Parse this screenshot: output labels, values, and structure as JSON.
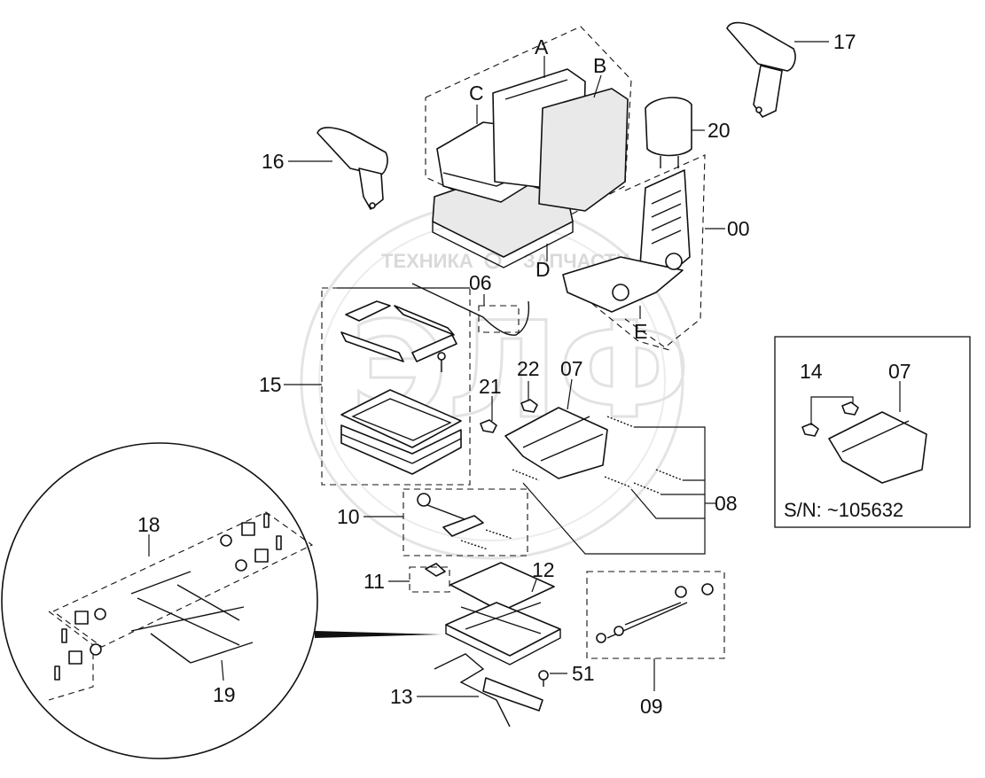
{
  "watermark": {
    "text_left": "ТЕХНИКА",
    "text_right": "ЗАПЧАСТИ",
    "logo_letters": "ЭЛФ",
    "colors": {
      "watermark": "#d9d9d9"
    }
  },
  "labels": {
    "A": "A",
    "B": "B",
    "C": "C",
    "D": "D",
    "E": "E",
    "p00": "00",
    "p06": "06",
    "p07": "07",
    "p08": "08",
    "p09": "09",
    "p10": "10",
    "p11": "11",
    "p12": "12",
    "p13": "13",
    "p14": "14",
    "p15": "15",
    "p16": "16",
    "p17": "17",
    "p18": "18",
    "p19": "19",
    "p20": "20",
    "p21": "21",
    "p22": "22",
    "p51": "51"
  },
  "inset": {
    "label_14": "14",
    "label_07": "07",
    "serial_note": "S/N: ~105632"
  },
  "colors": {
    "line": "#111111",
    "background": "#ffffff",
    "shading": "#e9e9e9"
  }
}
